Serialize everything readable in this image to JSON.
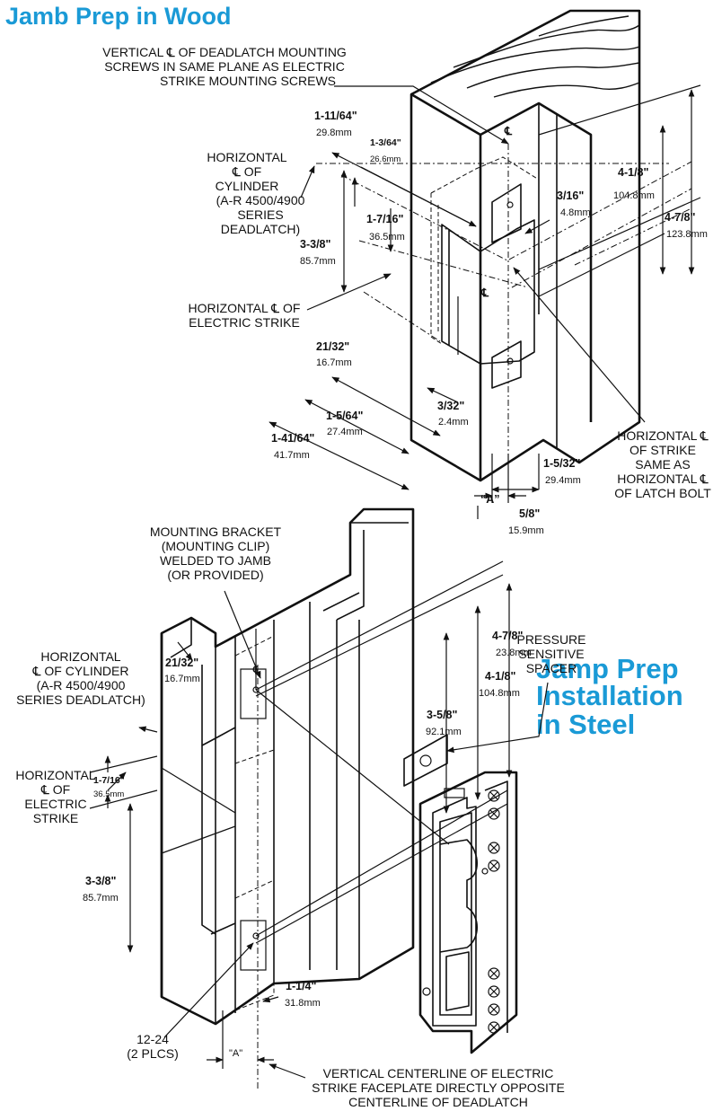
{
  "wood": {
    "title": "Jamb Prep in Wood",
    "note_plane": [
      "VERTICAL ℄ OF DEADLATCH MOUNTING",
      "SCREWS IN SAME PLANE AS ELECTRIC",
      "STRIKE MOUNTING SCREWS"
    ],
    "note_cyl": [
      "HORIZONTAL",
      "℄ OF",
      "CYLINDER",
      "(A-R 4500/4900",
      "SERIES",
      "DEADLATCH)"
    ],
    "note_strike": [
      "HORIZONTAL ℄ OF",
      "ELECTRIC STRIKE"
    ],
    "note_latch": [
      "HORIZONTAL ℄",
      "OF STRIKE",
      "SAME AS",
      "HORIZONTAL ℄",
      "OF LATCH BOLT"
    ],
    "cl_symbol": "℄",
    "dims": {
      "d1_11_64": {
        "in": "1-11/64\"",
        "mm": "29.8mm"
      },
      "d1_3_64": {
        "in": "1-3/64\"",
        "mm": "26.6mm"
      },
      "d1_7_16": {
        "in": "1-7/16\"",
        "mm": "36.5mm"
      },
      "d3_3_8": {
        "in": "3-3/8\"",
        "mm": "85.7mm"
      },
      "d3_16": {
        "in": "3/16\"",
        "mm": "4.8mm"
      },
      "d4_1_8": {
        "in": "4-1/8\"",
        "mm": "104.8mm"
      },
      "d4_7_8": {
        "in": "4-7/8\"",
        "mm": "123.8mm"
      },
      "d21_32": {
        "in": "21/32\"",
        "mm": "16.7mm"
      },
      "d1_5_64": {
        "in": "1-5/64\"",
        "mm": "27.4mm"
      },
      "d3_32": {
        "in": "3/32\"",
        "mm": "2.4mm"
      },
      "d1_41_64": {
        "in": "1-41/64\"",
        "mm": "41.7mm"
      },
      "d1_5_32": {
        "in": "1-5/32\"",
        "mm": "29.4mm"
      },
      "d5_8": {
        "in": "5/8\"",
        "mm": "15.9mm"
      },
      "a_label": "“A”"
    }
  },
  "steel": {
    "title": [
      "Jamp Prep",
      "Installation",
      "in Steel"
    ],
    "note_bracket": [
      "MOUNTING BRACKET",
      "(MOUNTING CLIP)",
      "WELDED TO JAMB",
      "(OR PROVIDED)"
    ],
    "note_cyl": [
      "HORIZONTAL",
      "℄ OF CYLINDER",
      "(A-R 4500/4900",
      "SERIES DEADLATCH)"
    ],
    "note_strike": [
      "HORIZONTAL",
      "℄ OF",
      "ELECTRIC",
      "STRIKE"
    ],
    "note_spacer": [
      "PRESSURE",
      "SENSITIVE",
      "SPACER"
    ],
    "note_screw": [
      "12-24",
      "(2 PLCS)"
    ],
    "note_vertical": [
      "VERTICAL CENTERLINE OF ELECTRIC",
      "STRIKE FACEPLATE DIRECTLY OPPOSITE",
      "CENTERLINE OF DEADLATCH"
    ],
    "cl_symbol": "℄",
    "dims": {
      "d4_7_8": {
        "in": "4-7/8\"",
        "mm": "23.8mm"
      },
      "d4_1_8": {
        "in": "4-1/8\"",
        "mm": "104.8mm"
      },
      "d3_5_8": {
        "in": "3-5/8\"",
        "mm": "92.1mm"
      },
      "d21_32": {
        "in": "21/32\"",
        "mm": "16.7mm"
      },
      "d1_7_16": {
        "in": "1-7/16\"",
        "mm": "36.5mm"
      },
      "d3_3_8": {
        "in": "3-3/8\"",
        "mm": "85.7mm"
      },
      "d1_1_4": {
        "in": "1-1/4\"",
        "mm": "31.8mm"
      },
      "a_label": "\"A\""
    }
  }
}
